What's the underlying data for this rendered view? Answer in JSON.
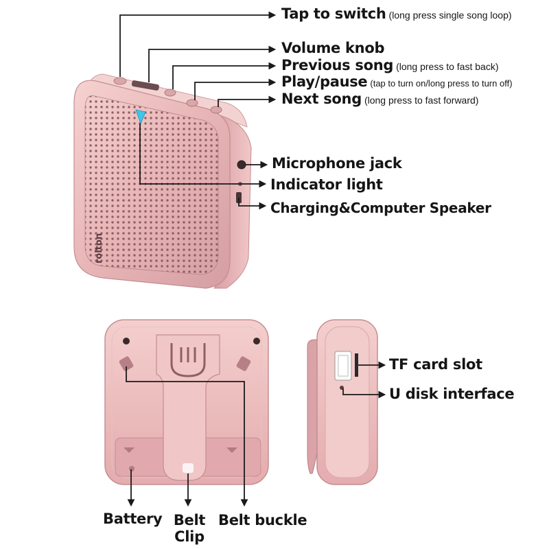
{
  "colors": {
    "device_body": "#e9b9b9",
    "device_dark": "#c98f93",
    "device_light": "#f6d8d6",
    "grille_dot": "#8f5f66",
    "indicator": "#3fc7e8",
    "callout_line": "#1a1a1a",
    "label_text": "#151515"
  },
  "brand_logo_text": "rolton",
  "callouts_top": [
    {
      "label": "Tap to switch",
      "note": "(long press single song loop)"
    },
    {
      "label": "Volume knob",
      "note": ""
    },
    {
      "label": "Previous song",
      "note": "(long press to fast back)"
    },
    {
      "label": "Play/pause",
      "note": "(tap to turn on/long press to turn off)"
    },
    {
      "label": "Next song",
      "note": "(long press to fast forward)"
    }
  ],
  "callouts_side": [
    {
      "label": "Microphone jack"
    },
    {
      "label": "Indicator light"
    },
    {
      "label": "Charging&Computer Speaker"
    }
  ],
  "callouts_port": [
    {
      "label": "TF card slot"
    },
    {
      "label": "U disk interface"
    }
  ],
  "callouts_bottom": [
    {
      "label": "Battery"
    },
    {
      "label": "Belt Clip"
    },
    {
      "label": "Belt buckle"
    }
  ]
}
